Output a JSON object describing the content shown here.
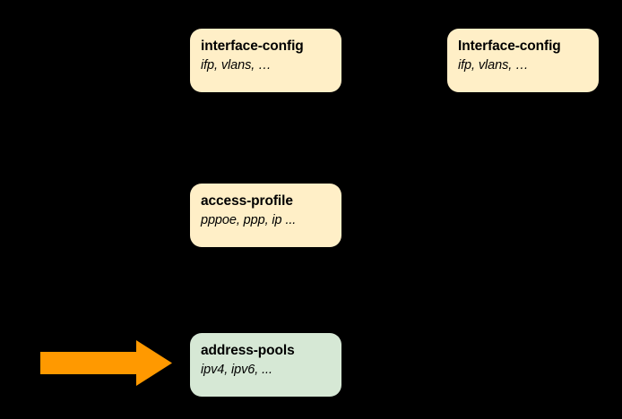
{
  "diagram": {
    "background_color": "#000000",
    "nodes": [
      {
        "id": "interface-config-left",
        "title": "interface-config",
        "subtitle": "ifp, vlans, …",
        "fill_color": "#FFEFC7"
      },
      {
        "id": "interface-config-right",
        "title": "Interface-config",
        "subtitle": "ifp, vlans, …",
        "fill_color": "#FFEFC7"
      },
      {
        "id": "access-profile",
        "title": "access-profile",
        "subtitle": "pppoe, ppp, ip ...",
        "fill_color": "#FFEFC7"
      },
      {
        "id": "address-pools",
        "title": "address-pools",
        "subtitle": "ipv4, ipv6, ...",
        "fill_color": "#D6E8D5"
      }
    ],
    "arrow": {
      "name": "right-arrow-icon",
      "color": "#FF9900",
      "direction": "right",
      "points_to": "address-pools"
    }
  }
}
